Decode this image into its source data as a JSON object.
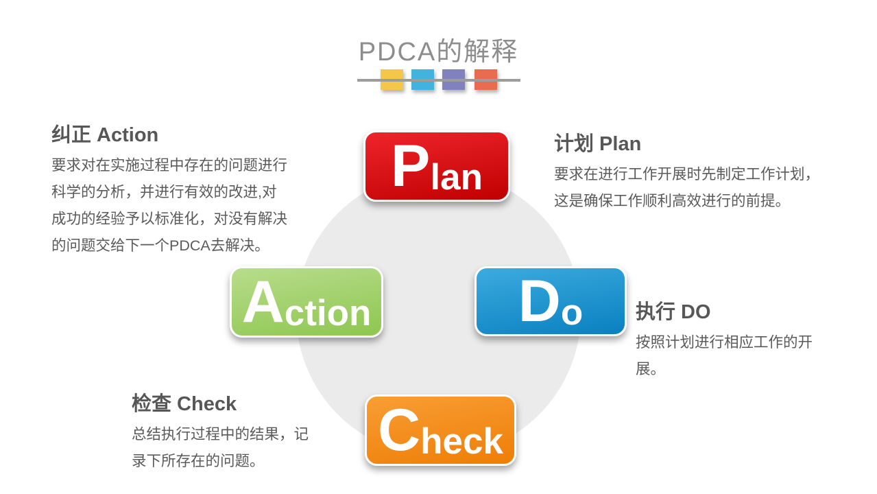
{
  "title": {
    "text": "PDCA的解释",
    "color": "#8d8d8d"
  },
  "divider": {
    "line_color": "#9c9c9c",
    "squares": [
      {
        "name": "yellow-square",
        "color": "#F4C74B"
      },
      {
        "name": "blue-square",
        "color": "#42B2DF"
      },
      {
        "name": "purple-square",
        "color": "#7F82BF"
      },
      {
        "name": "orange-square",
        "color": "#E96C50"
      }
    ]
  },
  "cycle": {
    "circle_color": "#ebebeb"
  },
  "buttons": {
    "plan": {
      "initial": "P",
      "rest": "lan",
      "gradient_top": "#ee252c",
      "gradient_bottom": "#c00000"
    },
    "do": {
      "initial": "D",
      "rest": "o",
      "gradient_top": "#3cabdf",
      "gradient_bottom": "#0980c0"
    },
    "action": {
      "initial": "A",
      "rest": "ction",
      "gradient_top": "#b8dc8c",
      "gradient_bottom": "#8ec750"
    },
    "check": {
      "initial": "C",
      "rest": "heck",
      "gradient_top": "#f89e35",
      "gradient_bottom": "#ee7e06"
    }
  },
  "blocks": {
    "action": {
      "heading": "纠正 Action",
      "lines": [
        "要求对在实施过程中存在的问题进行",
        "科学的分析，并进行有效的改进,对",
        "成功的经验予以标准化，对没有解决",
        "的问题交给下一个PDCA去解决。"
      ]
    },
    "plan": {
      "heading": "计划 Plan",
      "lines": [
        "要求在进行工作开展时先制定工作计划，",
        "这是确保工作顺利高效进行的前提。"
      ]
    },
    "do": {
      "heading": "执行 DO",
      "lines": [
        "按照计划进行相应工作的开",
        "展。"
      ]
    },
    "check": {
      "heading": "检查 Check",
      "lines": [
        "总结执行过程中的结果，记",
        "录下所存在的问题。"
      ]
    }
  }
}
